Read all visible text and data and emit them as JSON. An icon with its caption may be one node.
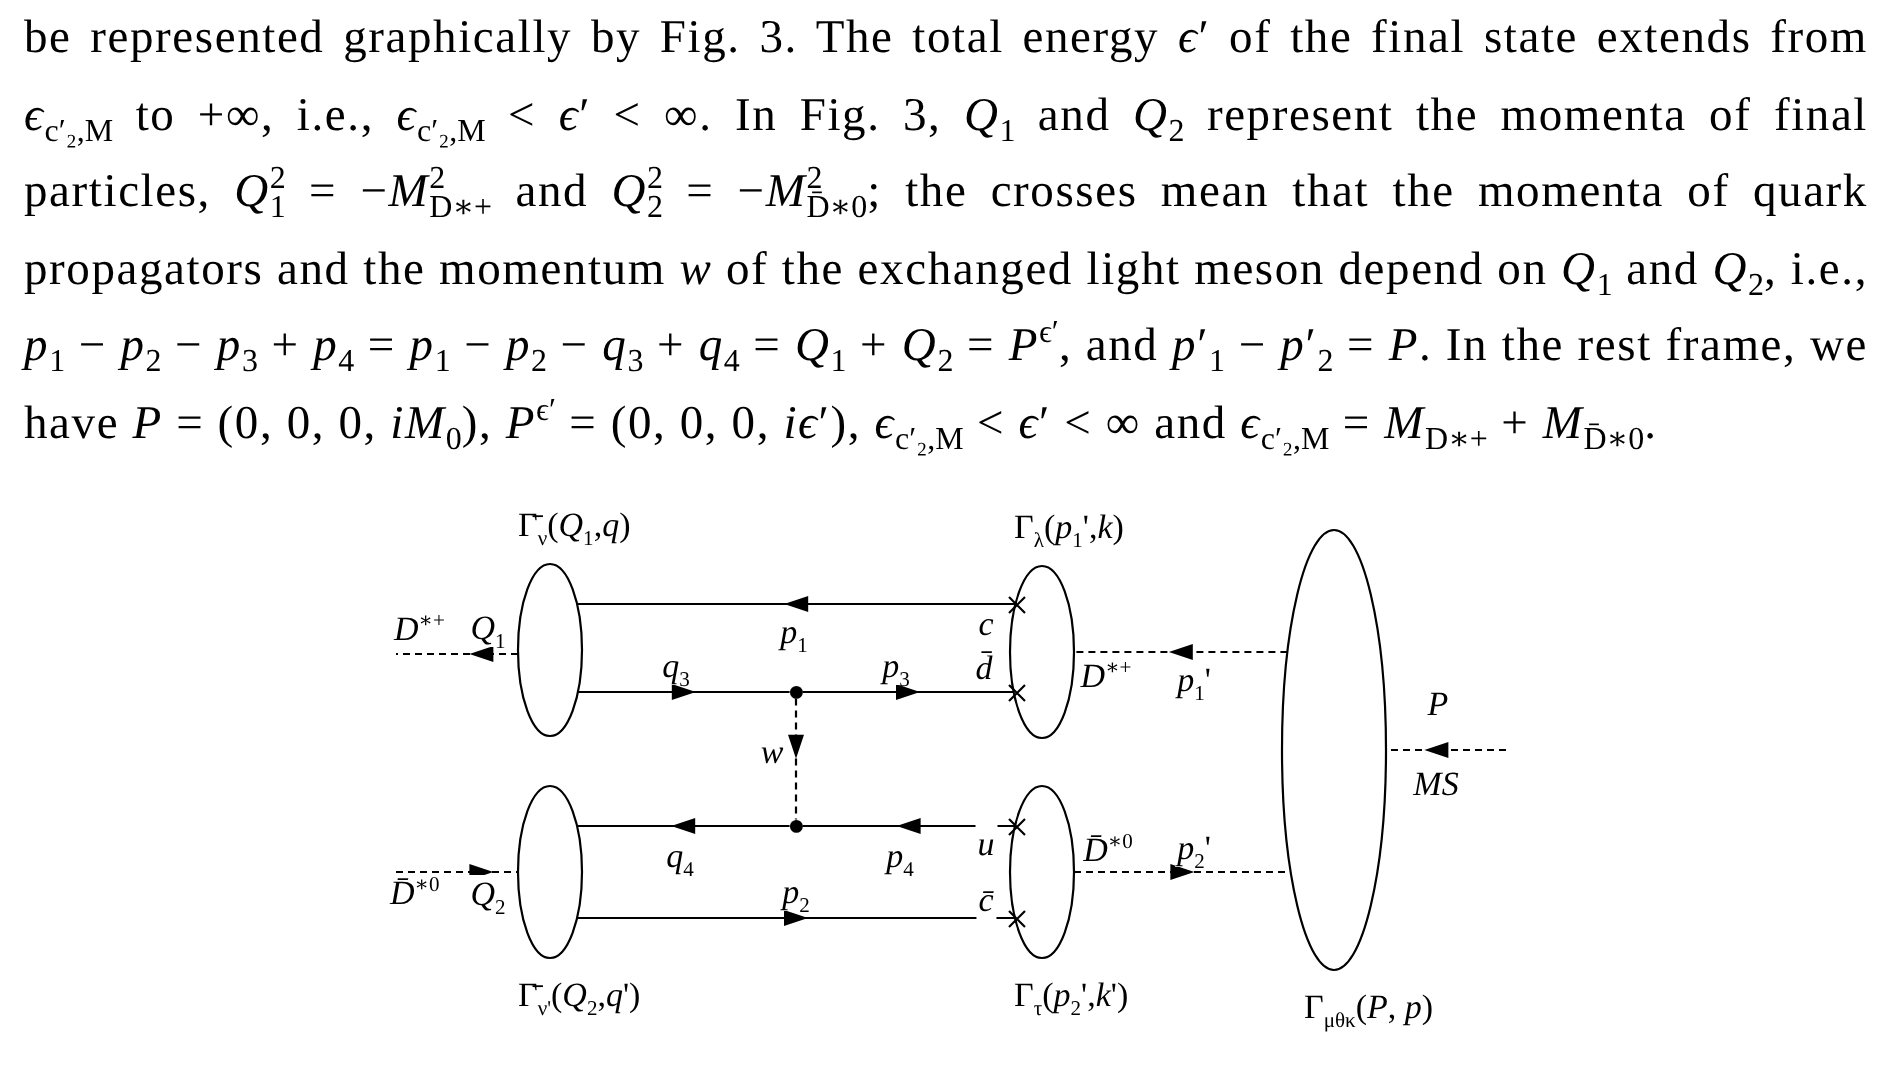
{
  "diagram": {
    "nodes": [
      {
        "text": [
          "Γ̄$_{ν}$(*Q*$_{1}$,*q*)"
        ]
      },
      {
        "text": [
          "Γ$_{λ}$(*p*$_{1}$',*k*)"
        ]
      },
      {
        "text": [
          "Γ$_{μθκ}$(*P*, *p*)"
        ]
      },
      {
        "text": [
          "*D*$^{∗+}$"
        ]
      },
      {
        "text": [],
        "shape": "circle"
      },
      {
        "text": [],
        "shape": "circle"
      },
      {
        "text": [
          "*D̄*$^{∗0}$"
        ]
      },
      {
        "text": [
          "Γ̄$_{ν'}$(*Q*$_{2}$,*q*')"
        ]
      },
      {
        "text": [
          "Γ$_{τ}$(*p*$_{2}$',*k*')"
        ]
      }
    ],
    "edges": [
      {
        "from": 0,
        "to": 3,
        "arrow": "to",
        "style": "dashed",
        "label": "*Q*$_{1}$"
      },
      {
        "from": 1,
        "to": 0,
        "arrow": "to",
        "label": "*p*$_{1}$"
      },
      {
        "from": 0,
        "to": 4,
        "arrow": "to",
        "label": "*q*$_{3}$"
      },
      {
        "from": 4,
        "to": 1,
        "arrow": "to",
        "label": "*p*$_{3}$"
      },
      {
        "from": 2,
        "to": 1,
        "arrow": "to",
        "style": "dashed",
        "label": "*p*$_{1}$'"
      },
      {
        "from": null,
        "to": 2,
        "arrow": "to",
        "style": "dashed",
        "label": "*P*"
      },
      {
        "from": 4,
        "to": 5,
        "arrow": "to",
        "style": "dashed",
        "label": "*w*"
      },
      {
        "from": 5,
        "to": 7,
        "arrow": "to",
        "label": "*q*$_{4}$"
      },
      {
        "from": 8,
        "to": 5,
        "arrow": "to",
        "label": "*p*$_{4}$"
      },
      {
        "from": 6,
        "to": 7,
        "arrow": "to",
        "style": "dashed",
        "label": "*Q*$_{2}$"
      },
      {
        "from": 8,
        "to": 2,
        "arrow": "to",
        "style": "dashed",
        "label": "*p*$_{2}$'"
      },
      {
        "from": 7,
        "to": 8,
        "arrow": "to",
        "label": "*p*$_{2}$"
      }
    ],
    "labels": [
      "be represented graphically by Fig. 3. The total energy *ϵ*′ of the final state extends from *ϵ*$_{c′₂,M}$ to +∞, i.e., *ϵ*$_{c′₂,M}$ < *ϵ*′ < ∞. In Fig. 3, *Q*$_{1}$ and *Q*$_{2}$ represent the momenta of final particles, *Q*$_{1}$$^{2}$ = −*M*$_{D∗+}$$^{2}$ and *Q*$_{2}$$^{2}$ = −*M*$_{D̄∗0}$$^{2}$; the crosses mean that the momenta of quark propagators and the momentum *w* of the exchanged light meson depend on *Q*$_{1}$ and *Q*$_{2}$, i.e., *p*$_{1}$ − *p*$_{2}$ − *p*$_{3}$ + *p*$_{4}$ = *p*$_{1}$ − *p*$_{2}$ − *q*$_{3}$ + *q*$_{4}$ = *Q*$_{1}$ + *Q*$_{2}$ = *P*$^{ϵ′}$, and *p*′$_{1}$ − *p*′$_{2}$ = *P*. In the rest frame, we have *P* = (0, 0, 0, *iM*$_{0}$), *P*$^{ϵ′}$ = (0, 0, 0, *iϵ*′), *ϵ*$_{c′₂,M}$ < *ϵ*′ < ∞ and *ϵ*$_{c′₂,M}$ = *M*$_{D∗+}$ + *M*$_{D̄∗0}$.",
      "*c*",
      "*d̄*",
      "*D*$^{∗+}$",
      "*MS*",
      "*u*",
      "*D̄*$^{∗0}$",
      "*c̄*"
    ]
  }
}
